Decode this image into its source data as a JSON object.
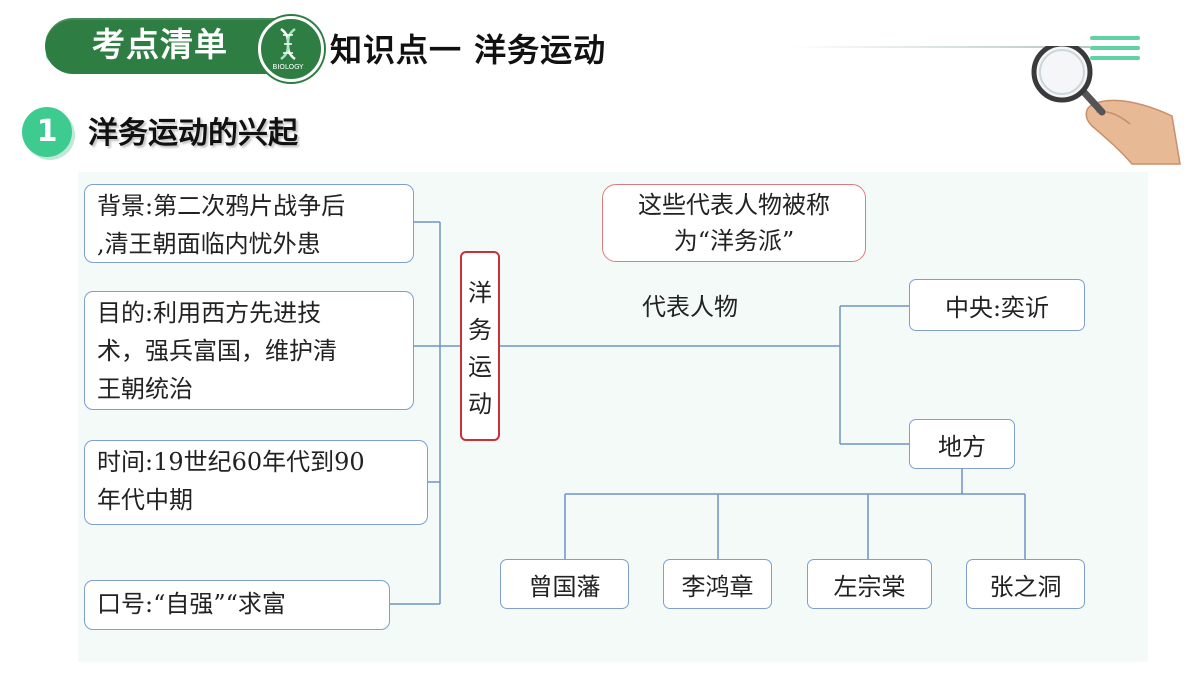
{
  "header": {
    "label": "考点清单",
    "logo_text": "BIOLOGY",
    "title": "知识点一  洋务运动"
  },
  "section": {
    "number": "1",
    "title": "洋务运动的兴起"
  },
  "diagram": {
    "left_boxes": [
      {
        "lines": [
          "背景:第二次鸦片战争后",
          ",清王朝面临内忧外患"
        ]
      },
      {
        "lines": [
          "目的:利用西方先进技",
          "术，强兵富国，维护清",
          "王朝统治"
        ]
      },
      {
        "lines": [
          "时间:19世纪60年代到90",
          "年代中期"
        ]
      },
      {
        "lines": [
          "口号:“自强”“求富"
        ]
      }
    ],
    "center_node": [
      "洋",
      "务",
      "运",
      "动"
    ],
    "callout_lines": [
      "这些代表人物被称",
      "为“洋务派”"
    ],
    "branch_label": "代表人物",
    "central": "中央:奕䜣",
    "local": "地方",
    "local_figures": [
      "曾国藩",
      "李鸿章",
      "左宗棠",
      "张之洞"
    ]
  },
  "colors": {
    "header_green": "#2e7d43",
    "accent_green": "#3ecb8f",
    "box_border": "#7f9fd0",
    "center_border": "#c9303a",
    "callout_border": "#e07a82"
  },
  "icons": [
    "dna-leaf-icon",
    "menu-icon",
    "magnifier-hand-icon"
  ]
}
